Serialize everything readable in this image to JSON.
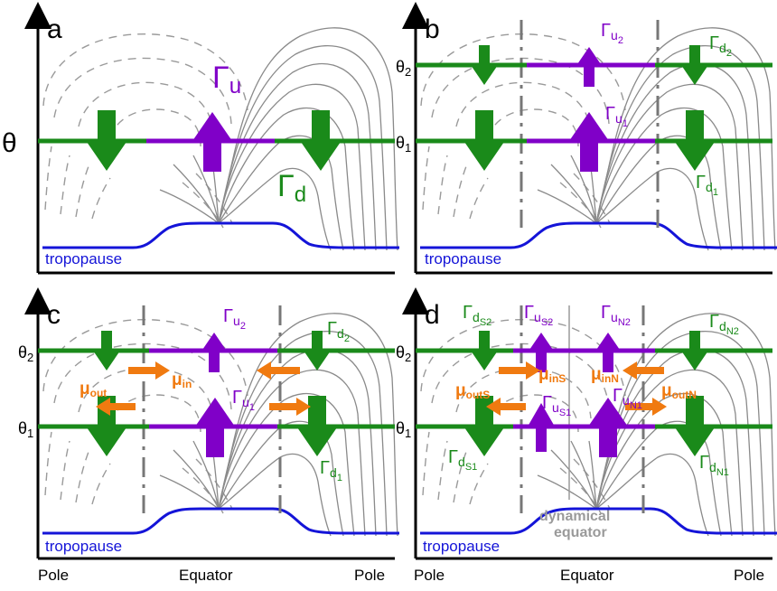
{
  "colors": {
    "descent": "#1a8a1a",
    "ascent": "#8000c8",
    "mixing": "#f07a10",
    "tropopause": "#1414d8",
    "contour": "#8a8a8a",
    "dynamical_equator": "#9a9a9a"
  },
  "panels": {
    "a": {
      "letter": "a",
      "theta": "θ",
      "gamma_u_main": "Γ",
      "gamma_u_sub": "u",
      "gamma_d_main": "Γ",
      "gamma_d_sub": "d",
      "tropopause": "tropopause"
    },
    "b": {
      "letter": "b",
      "theta2_main": "θ",
      "theta2_sub": "2",
      "theta1_main": "θ",
      "theta1_sub": "1",
      "gu2_main": "Γ",
      "gu2_s1": "u",
      "gu2_s2": "2",
      "gu1_main": "Γ",
      "gu1_s1": "u",
      "gu1_s2": "1",
      "gd2_main": "Γ",
      "gd2_s1": "d",
      "gd2_s2": "2",
      "gd1_main": "Γ",
      "gd1_s1": "d",
      "gd1_s2": "1",
      "tropopause": "tropopause"
    },
    "c": {
      "letter": "c",
      "theta2_main": "θ",
      "theta2_sub": "2",
      "theta1_main": "θ",
      "theta1_sub": "1",
      "gu2_main": "Γ",
      "gu2_s1": "u",
      "gu2_s2": "2",
      "gu1_main": "Γ",
      "gu1_s1": "u",
      "gu1_s2": "1",
      "gd2_main": "Γ",
      "gd2_s1": "d",
      "gd2_s2": "2",
      "gd1_main": "Γ",
      "gd1_s1": "d",
      "gd1_s2": "1",
      "mu_out_main": "μ",
      "mu_out_sub": "out",
      "mu_in_main": "μ",
      "mu_in_sub": "in",
      "tropopause": "tropopause"
    },
    "d": {
      "letter": "d",
      "theta2_main": "θ",
      "theta2_sub": "2",
      "theta1_main": "θ",
      "theta1_sub": "1",
      "gds2_main": "Γ",
      "gds2_s1": "d",
      "gds2_s2": "S2",
      "gus2_main": "Γ",
      "gus2_s1": "u",
      "gus2_s2": "S2",
      "gun2_main": "Γ",
      "gun2_s1": "u",
      "gun2_s2": "N2",
      "gdn2_main": "Γ",
      "gdn2_s1": "d",
      "gdn2_s2": "N2",
      "gus1_main": "Γ",
      "gus1_s1": "u",
      "gus1_s2": "S1",
      "gun1_main": "Γ",
      "gun1_s1": "u",
      "gun1_s2": "N1",
      "gds1_main": "Γ",
      "gds1_s1": "d",
      "gds1_s2": "S1",
      "gdn1_main": "Γ",
      "gdn1_s1": "d",
      "gdn1_s2": "N1",
      "mu_ins_main": "μ",
      "mu_ins_sub": "inS",
      "mu_inn_main": "μ",
      "mu_inn_sub": "inN",
      "mu_outs_main": "μ",
      "mu_outs_sub": "outS",
      "mu_outn_main": "μ",
      "mu_outn_sub": "outN",
      "dyn_eq_line1": "dynamical",
      "dyn_eq_line2": "equator",
      "tropopause": "tropopause"
    }
  },
  "xaxis": {
    "left": {
      "pole_left": "Pole",
      "equator": "Equator",
      "pole_right": "Pole"
    },
    "right": {
      "pole_left": "Pole",
      "equator": "Equator",
      "pole_right": "Pole"
    }
  }
}
